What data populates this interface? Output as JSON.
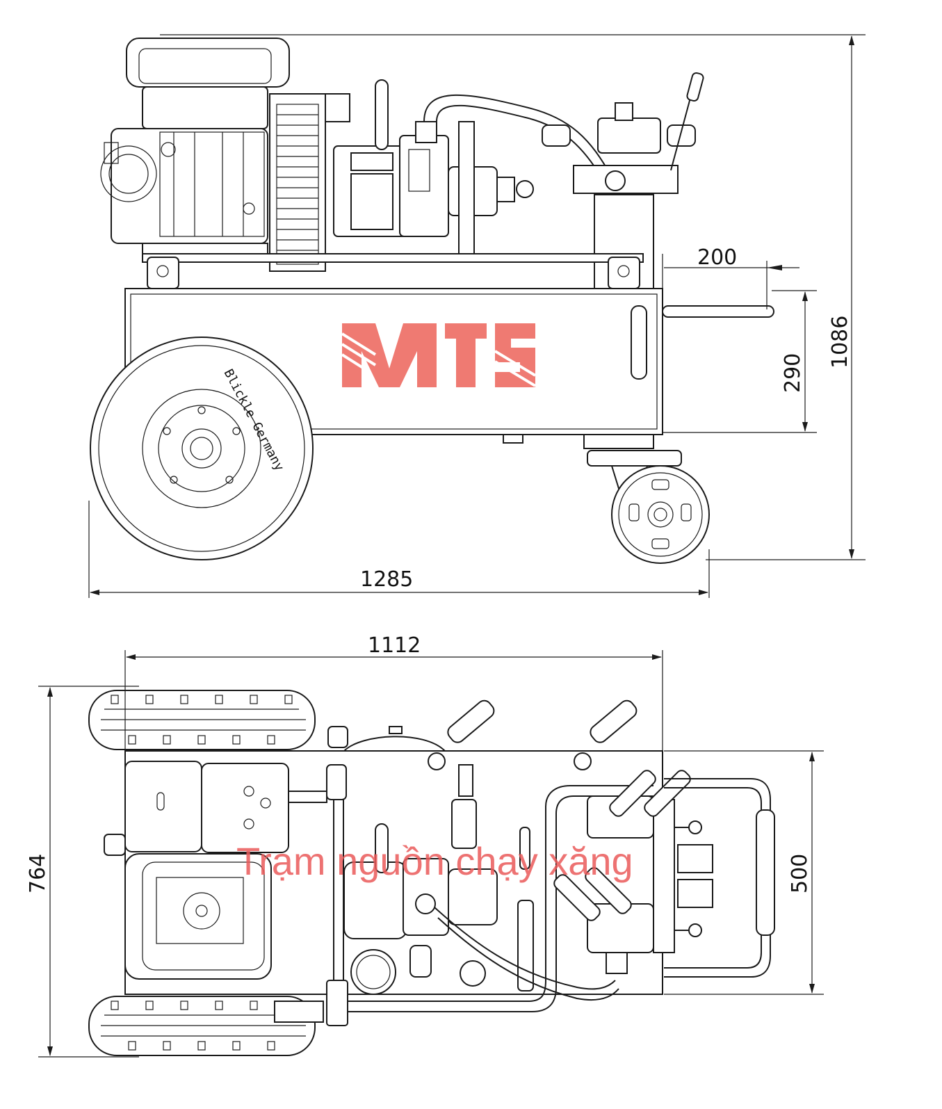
{
  "brand": {
    "logo_text": "MTS",
    "logo_color": "#ef7a72"
  },
  "wheel_label": "Blickle Germany",
  "watermark": {
    "text": "Trạm nguồn chạy xăng",
    "color": "#ea5a5a"
  },
  "dimensions": {
    "side_height": "1086",
    "side_length": "1285",
    "tank_height": "290",
    "handle_offset": "200",
    "top_length": "1112",
    "top_width": "764",
    "handle_width": "500"
  }
}
